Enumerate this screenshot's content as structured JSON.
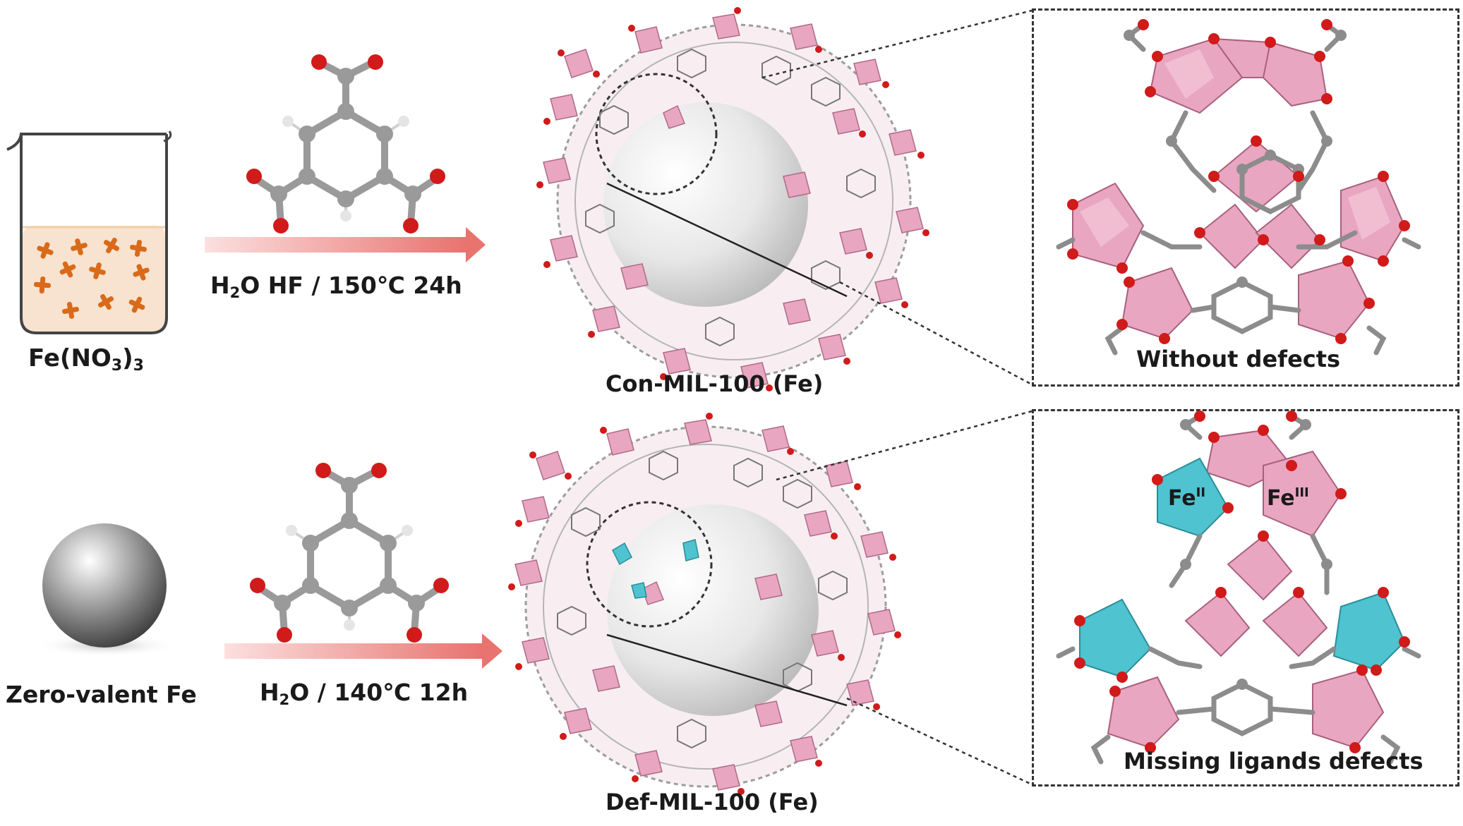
{
  "row1": {
    "precursor_label_main": "Fe(NO",
    "precursor_label_sub": "3",
    "precursor_label_end": ")",
    "precursor_label_sub2": "3",
    "condition_h": "H",
    "condition_sub": "2",
    "condition_rest": "O HF / 150℃ 24h",
    "product_label": "Con-MIL-100 (Fe)",
    "panel_caption": "Without defects"
  },
  "row2": {
    "precursor_label": "Zero-valent Fe",
    "condition_h": "H",
    "condition_sub": "2",
    "condition_rest": "O / 140℃ 12h",
    "product_label": "Def-MIL-100 (Fe)",
    "panel_caption": "Missing ligands defects",
    "fe2_base": "Fe",
    "fe2_sup": "II",
    "fe3_base": "Fe",
    "fe3_sup": "III"
  },
  "colors": {
    "arrow": "#e8736f",
    "polyhedron_pink": "#e9a6c0",
    "polyhedron_cyan": "#4fc3cf",
    "oxygen_red": "#d11a1a",
    "carbon_gray": "#8c8c8c",
    "beaker_liquid": "#f7e3cf",
    "crystal_orange": "#d96a1a"
  }
}
